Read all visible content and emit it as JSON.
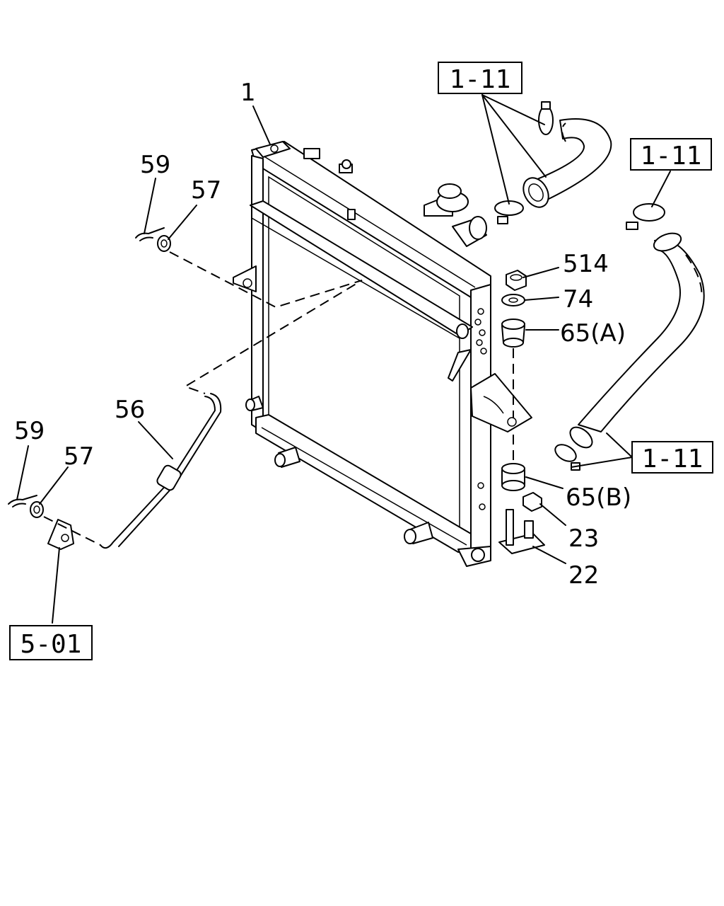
{
  "callouts": {
    "p1": "1",
    "p59a": "59",
    "p57a": "57",
    "p56": "56",
    "p59b": "59",
    "p57b": "57",
    "p514": "514",
    "p74": "74",
    "p65a": "65(A)",
    "p65b": "65(B)",
    "p23": "23",
    "p22": "22"
  },
  "references": {
    "r1": "1-11",
    "r2": "1-11",
    "r3": "1-11",
    "r4": "5-01"
  }
}
